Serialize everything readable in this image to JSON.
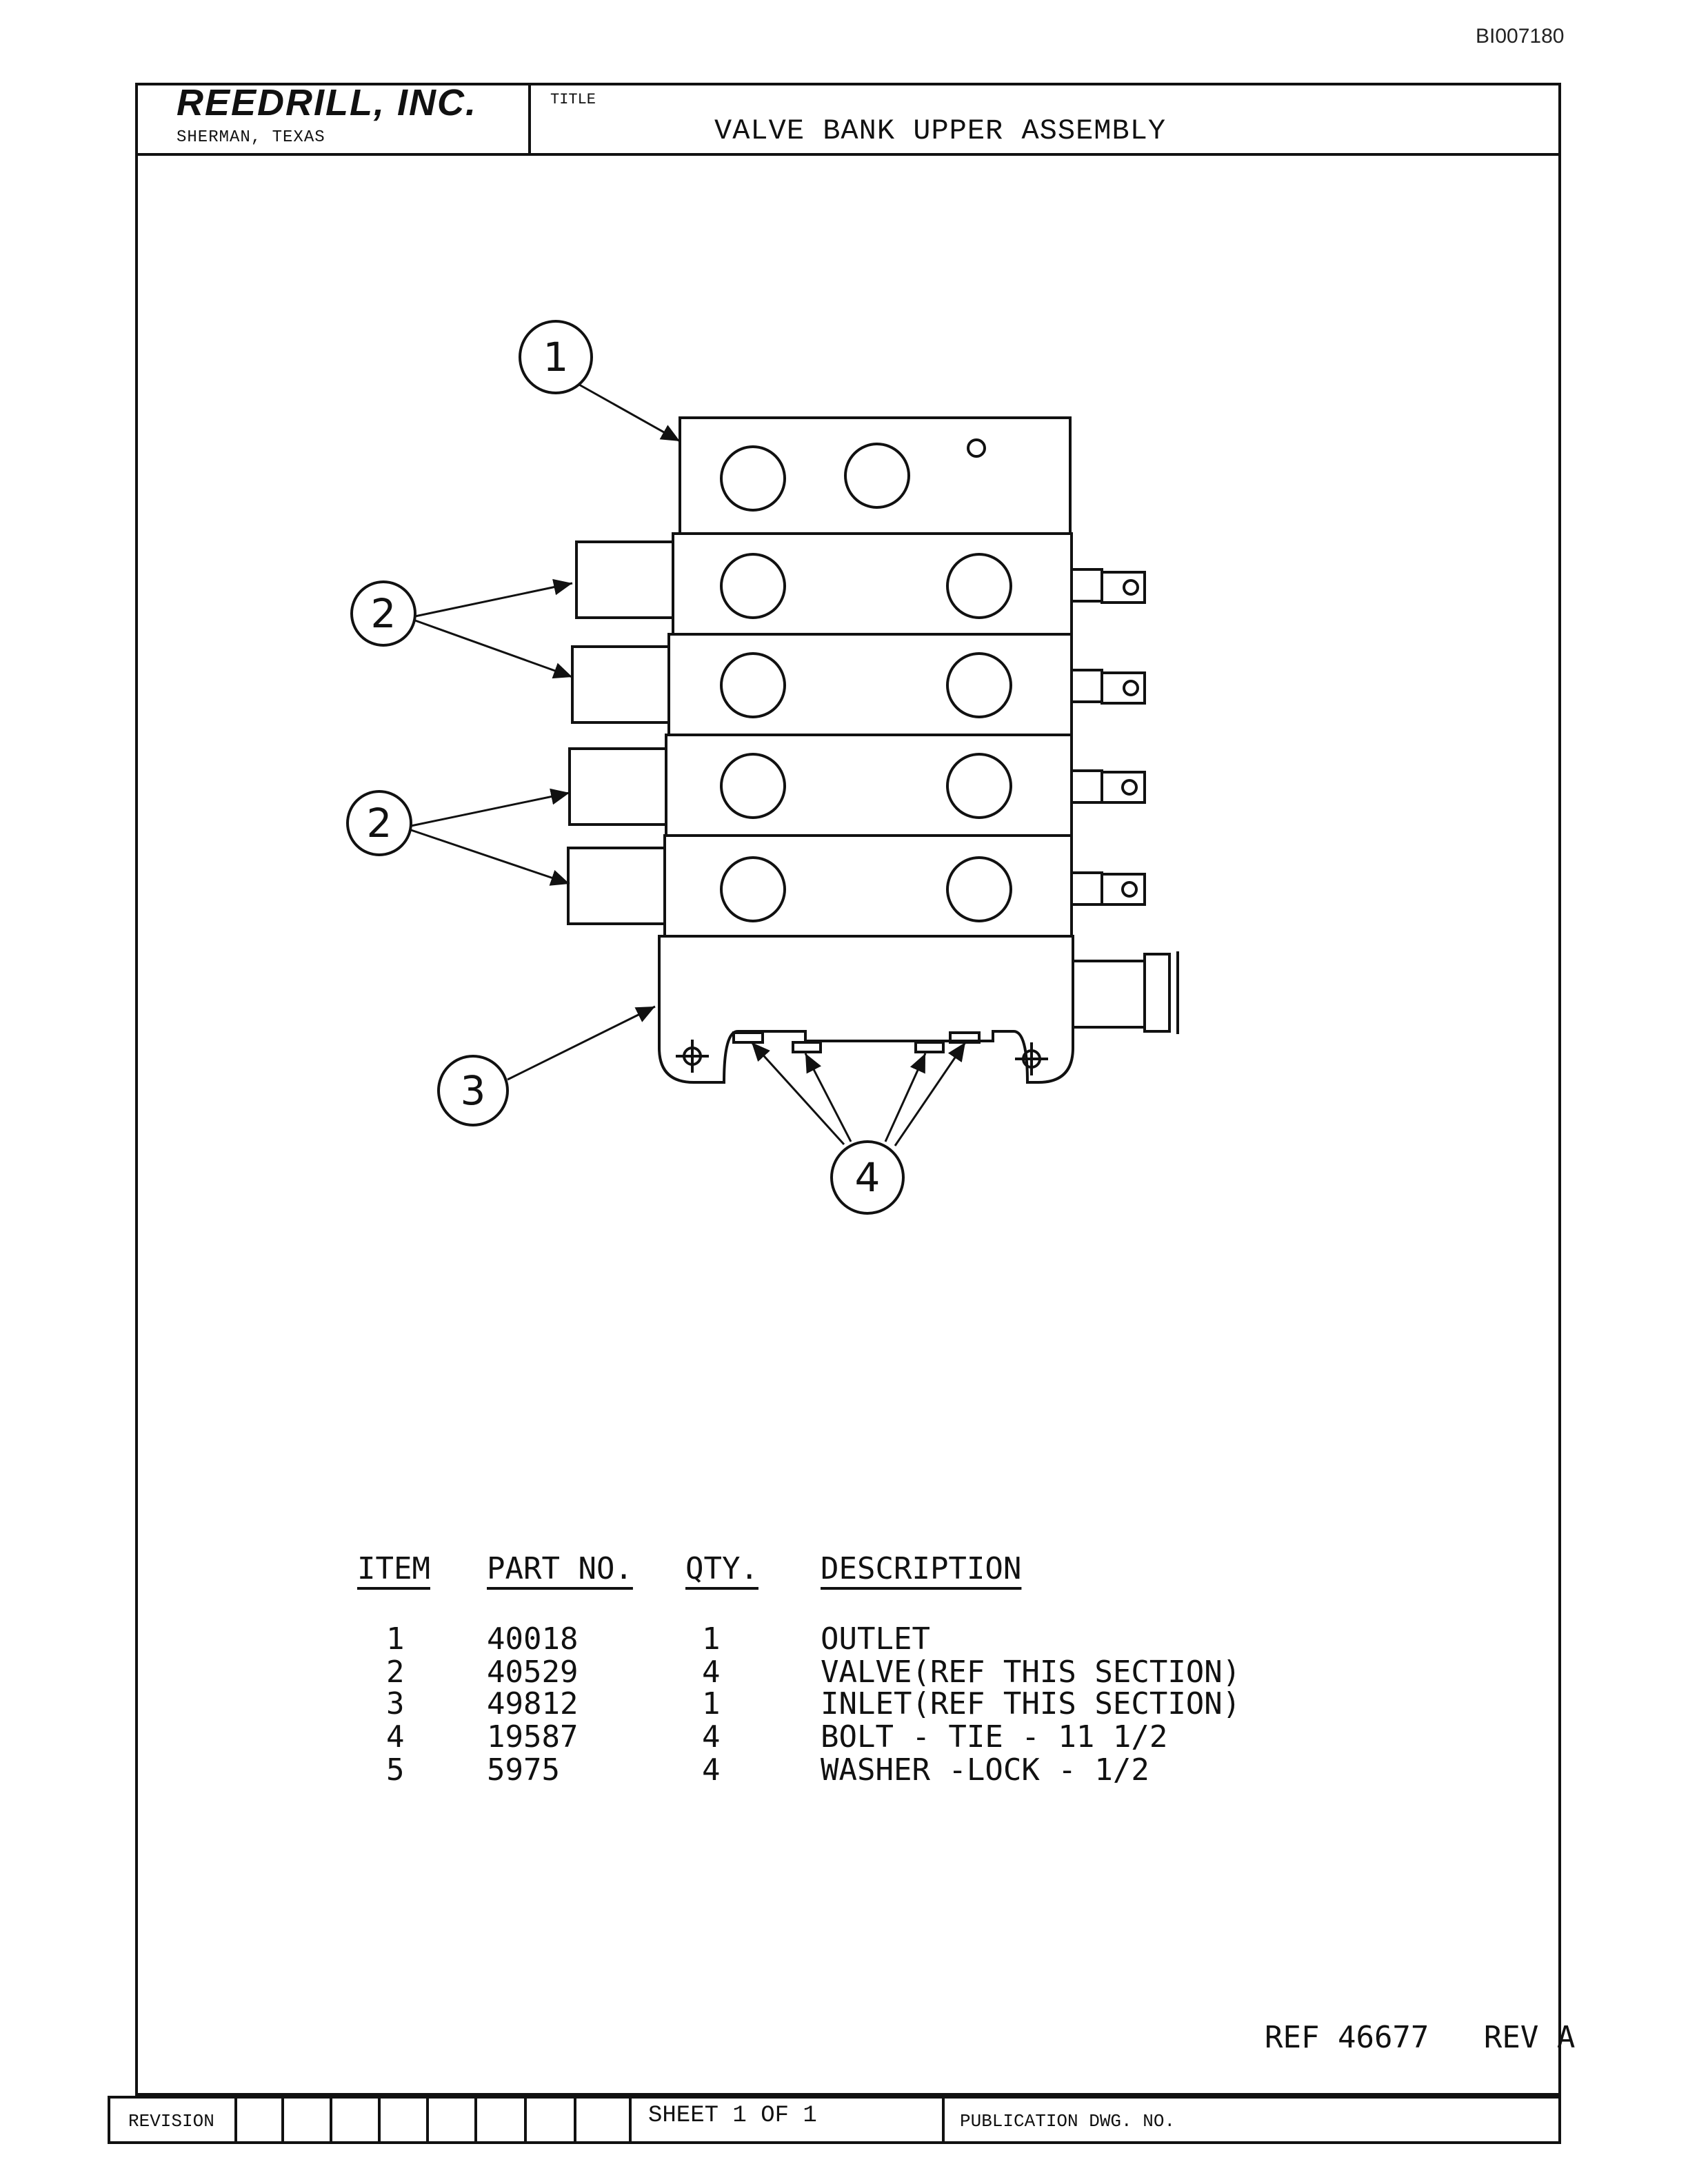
{
  "doc_id": "BI007180",
  "title_block": {
    "company": "REEDRILL, INC.",
    "location": "SHERMAN, TEXAS",
    "title_label": "TITLE",
    "title": "VALVE BANK UPPER ASSEMBLY"
  },
  "callouts": [
    "1",
    "2",
    "2",
    "3",
    "4"
  ],
  "parts_table": {
    "headers": {
      "item": "ITEM",
      "part_no": "PART NO.",
      "qty": "QTY.",
      "description": "DESCRIPTION"
    },
    "rows": [
      {
        "item": "1",
        "part_no": "40018",
        "qty": "1",
        "description": "OUTLET"
      },
      {
        "item": "2",
        "part_no": "40529",
        "qty": "4",
        "description": "VALVE(REF THIS SECTION)"
      },
      {
        "item": "3",
        "part_no": "49812",
        "qty": "1",
        "description": "INLET(REF THIS SECTION)"
      },
      {
        "item": "4",
        "part_no": "19587",
        "qty": "4",
        "description": "BOLT - TIE - 11 1/2"
      },
      {
        "item": "5",
        "part_no": "5975",
        "qty": "4",
        "description": "WASHER -LOCK - 1/2"
      }
    ]
  },
  "reference": "REF 46677   REV A",
  "footer": {
    "revision_label": "REVISION",
    "sheet": "SHEET 1 OF 1",
    "publication_label": "PUBLICATION DWG. NO."
  }
}
